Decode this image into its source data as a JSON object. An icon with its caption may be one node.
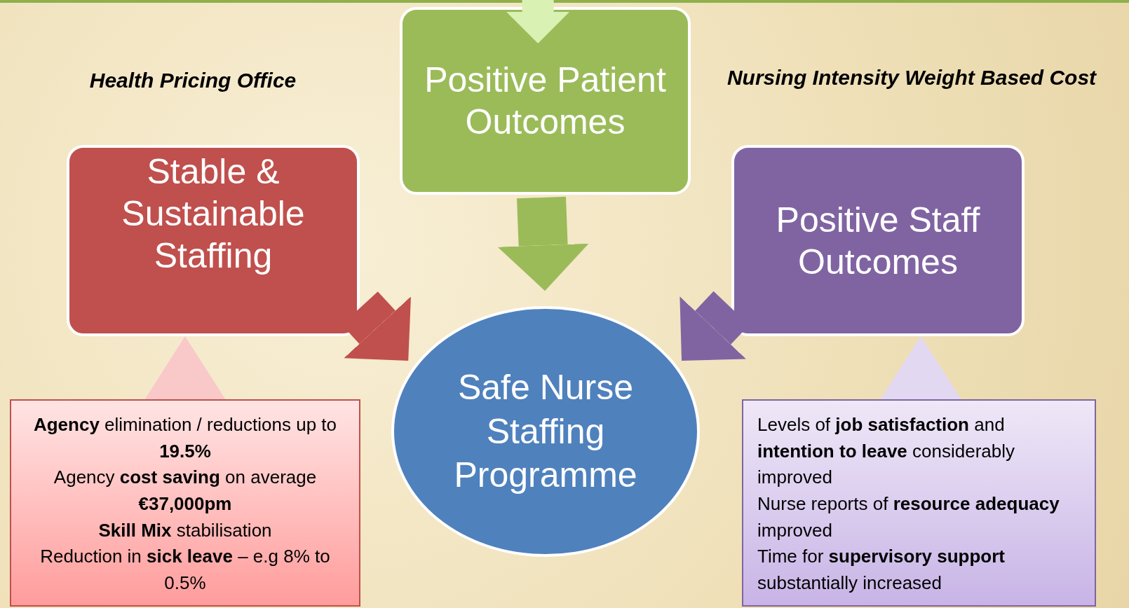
{
  "diagram": {
    "nodes": [
      {
        "text": [
          "Positive Patient Outcomes"
        ]
      },
      {
        "text": [
          "Stable & Sustainable Staffing"
        ]
      },
      {
        "text": [
          "Positive Staff Outcomes"
        ]
      },
      {
        "text": [
          "Safe Nurse Staffing Programme"
        ]
      },
      {
        "text": [
          "**Agency** elimination / reductions up to **19.5%**",
          "Agency **cost saving** on average **€37,000pm**",
          "**Skill Mix** stabilisation",
          "Reduction in **sick leave** – e.g 8% to 0.5%"
        ]
      },
      {
        "text": [
          "Levels of **job satisfaction** and **intention to leave** considerably improved",
          "Nurse reports of **resource adequacy** improved",
          "Time for **supervisory support** substantially increased"
        ]
      }
    ],
    "edges": [
      {
        "from": null,
        "to": 0,
        "arrow": "to",
        "color": "#d9f2b4"
      },
      {
        "from": 0,
        "to": 3,
        "arrow": "to",
        "color": "#9bbb59"
      },
      {
        "from": 1,
        "to": 3,
        "arrow": "to",
        "color": "#c0504d"
      },
      {
        "from": 2,
        "to": 3,
        "arrow": "to",
        "color": "#8064a2"
      },
      {
        "from": 4,
        "to": 1,
        "arrow": "to",
        "color": "#f9c9c9"
      },
      {
        "from": 5,
        "to": 2,
        "arrow": "to",
        "color": "#e3d8f2"
      }
    ],
    "labels": [
      "Health Pricing Office",
      "Nursing Intensity Weight Based Cost"
    ]
  }
}
